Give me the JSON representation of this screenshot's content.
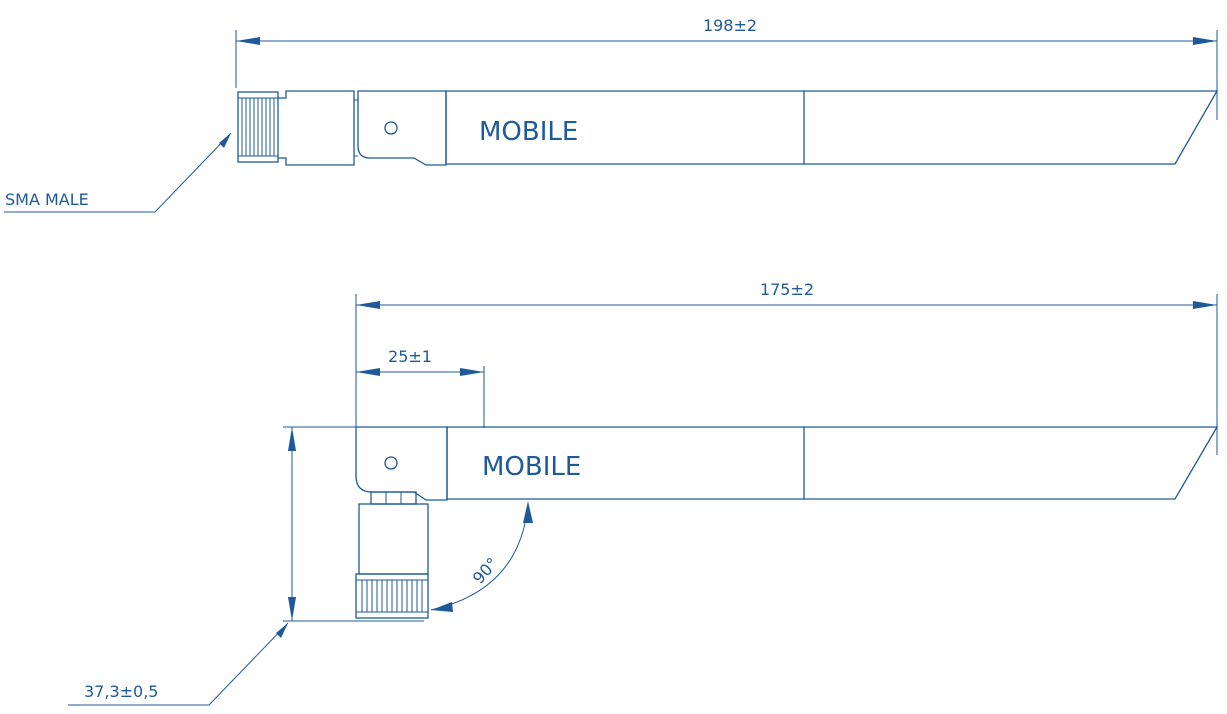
{
  "diagram": {
    "straight_view": {
      "length_label": "198±2",
      "brand_label": "MOBILE",
      "connector_callout": "SMA MALE"
    },
    "angled_view": {
      "length_label": "175±2",
      "offset_label": "25±1",
      "height_label": "37,3±0,5",
      "angle_label": "90°",
      "brand_label": "MOBILE"
    },
    "colors": {
      "line": "#1e5a9a",
      "background": "#ffffff"
    }
  }
}
